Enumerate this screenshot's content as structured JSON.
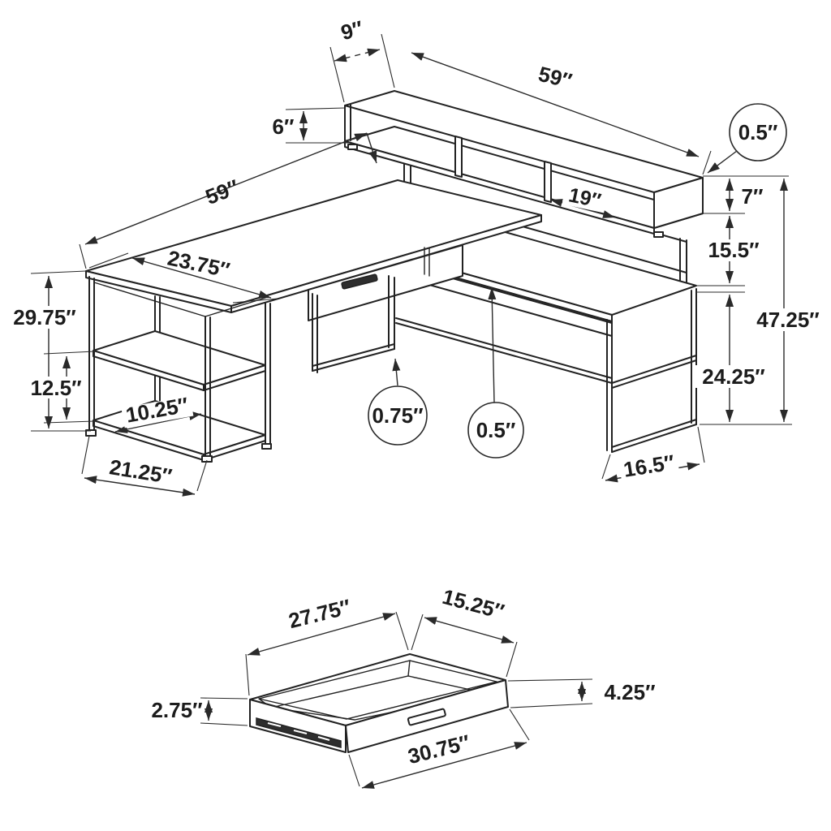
{
  "figure": {
    "type": "furniture-dimension-diagram",
    "views": [
      "desk-isometric",
      "drawer-detail"
    ]
  },
  "dimensions": {
    "desk": {
      "hutch_depth": "9″",
      "hutch_width": "59″",
      "hutch_opening_height": "6″",
      "top_panel_thickness": "0.5″",
      "hutch_height": "7″",
      "compartment_width": "19″",
      "desktop_width": "59″",
      "hutch_clearance": "15.5″",
      "desktop_depth": "23.75″",
      "desk_height": "29.75″",
      "overall_height": "47.25″",
      "shelf_spacing": "12.5″",
      "leg_height": "24.25″",
      "shelf_depth": "10.25″",
      "desktop_thickness": "0.75″",
      "frame_thickness": "0.5″",
      "pedestal_width": "21.25″",
      "right_base_depth": "16.5″"
    },
    "drawer": {
      "inner_length": "27.75″",
      "inner_depth": "15.25″",
      "side_height": "2.75″",
      "front_height": "4.25″",
      "outer_length": "30.75″"
    }
  }
}
